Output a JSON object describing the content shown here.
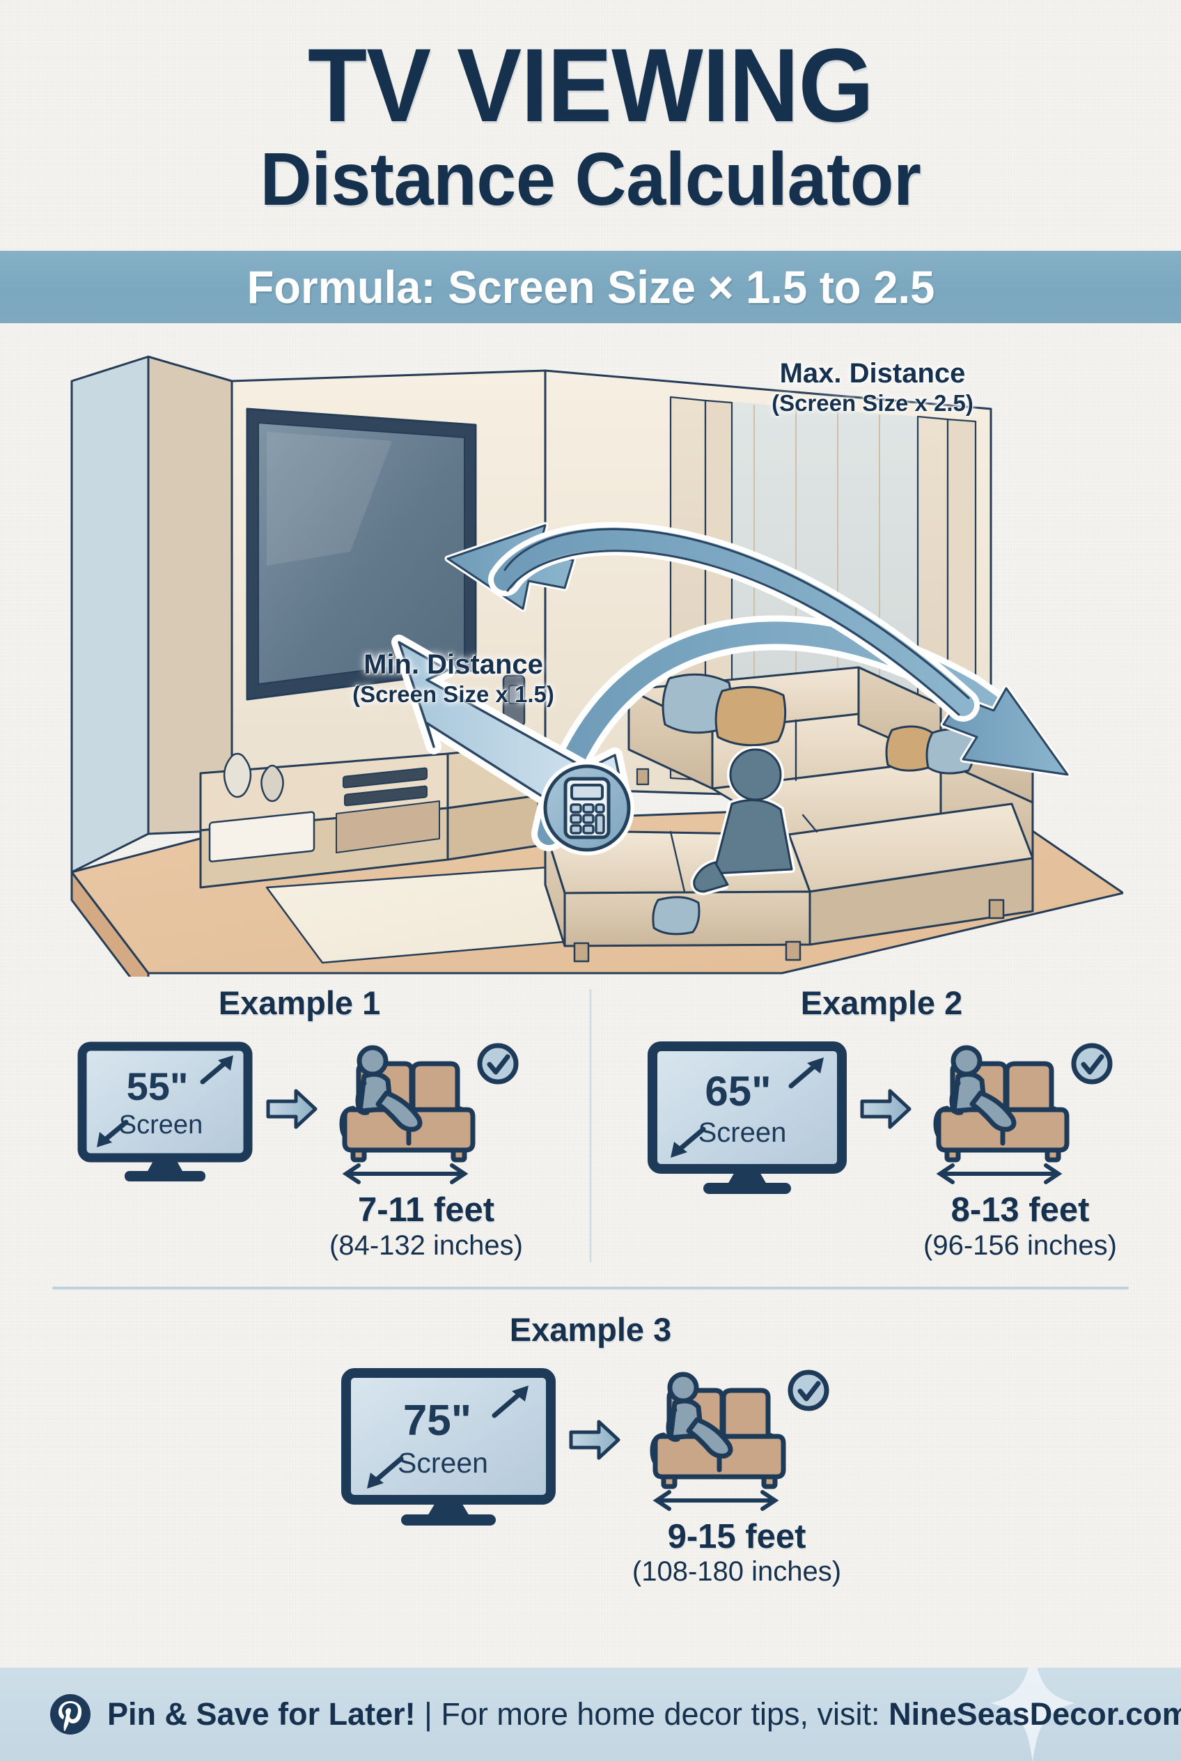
{
  "theme": {
    "navy": "#16314e",
    "band_blue": "#7ba7bf",
    "footer_blue": "#c7d9e4",
    "paper": "#f4f2ef",
    "sofa_tan": "#c9a688",
    "screen_blue": "#c3d4e0",
    "arrow_blue": "#8fb4cc",
    "divider": "#cfdde6"
  },
  "header": {
    "title_line1": "TV VIEWING",
    "title_line2": "Distance Calculator"
  },
  "formula": {
    "text": "Formula: Screen Size × 1.5 to 2.5"
  },
  "illustration": {
    "alt": "isometric living room with wall-mounted TV, media console, sectional sofa and seated viewer",
    "badge_icon": "calculator-icon",
    "max_label": {
      "title": "Max. Distance",
      "sub": "(Screen Size x 2.5)"
    },
    "min_label": {
      "title": "Min. Distance",
      "sub": "(Screen Size x 1.5)"
    }
  },
  "examples": [
    {
      "title": "Example 1",
      "tv": {
        "size": "55\"",
        "unit_label": "Screen"
      },
      "arrow_icon": "right-arrow-icon",
      "seat_icon": "person-on-sofa-icon",
      "check_icon": "check-circle-icon",
      "distance_feet": "7-11 feet",
      "distance_inches": "(84-132 inches)"
    },
    {
      "title": "Example 2",
      "tv": {
        "size": "65\"",
        "unit_label": "Screen"
      },
      "arrow_icon": "right-arrow-icon",
      "seat_icon": "person-on-sofa-icon",
      "check_icon": "check-circle-icon",
      "distance_feet": "8-13 feet",
      "distance_inches": "(96-156 inches)"
    },
    {
      "title": "Example 3",
      "tv": {
        "size": "75\"",
        "unit_label": "Screen"
      },
      "arrow_icon": "right-arrow-icon",
      "seat_icon": "person-on-sofa-icon",
      "check_icon": "check-circle-icon",
      "distance_feet": "9-15 feet",
      "distance_inches": "(108-180 inches)"
    }
  ],
  "footer": {
    "logo_icon": "pinterest-icon",
    "cta": "Pin & Save for Later!",
    "separator": "|",
    "tip_text": "For more home decor tips, visit:",
    "site": "NineSeasDecor.com",
    "sparkle_icon": "sparkle-icon"
  }
}
